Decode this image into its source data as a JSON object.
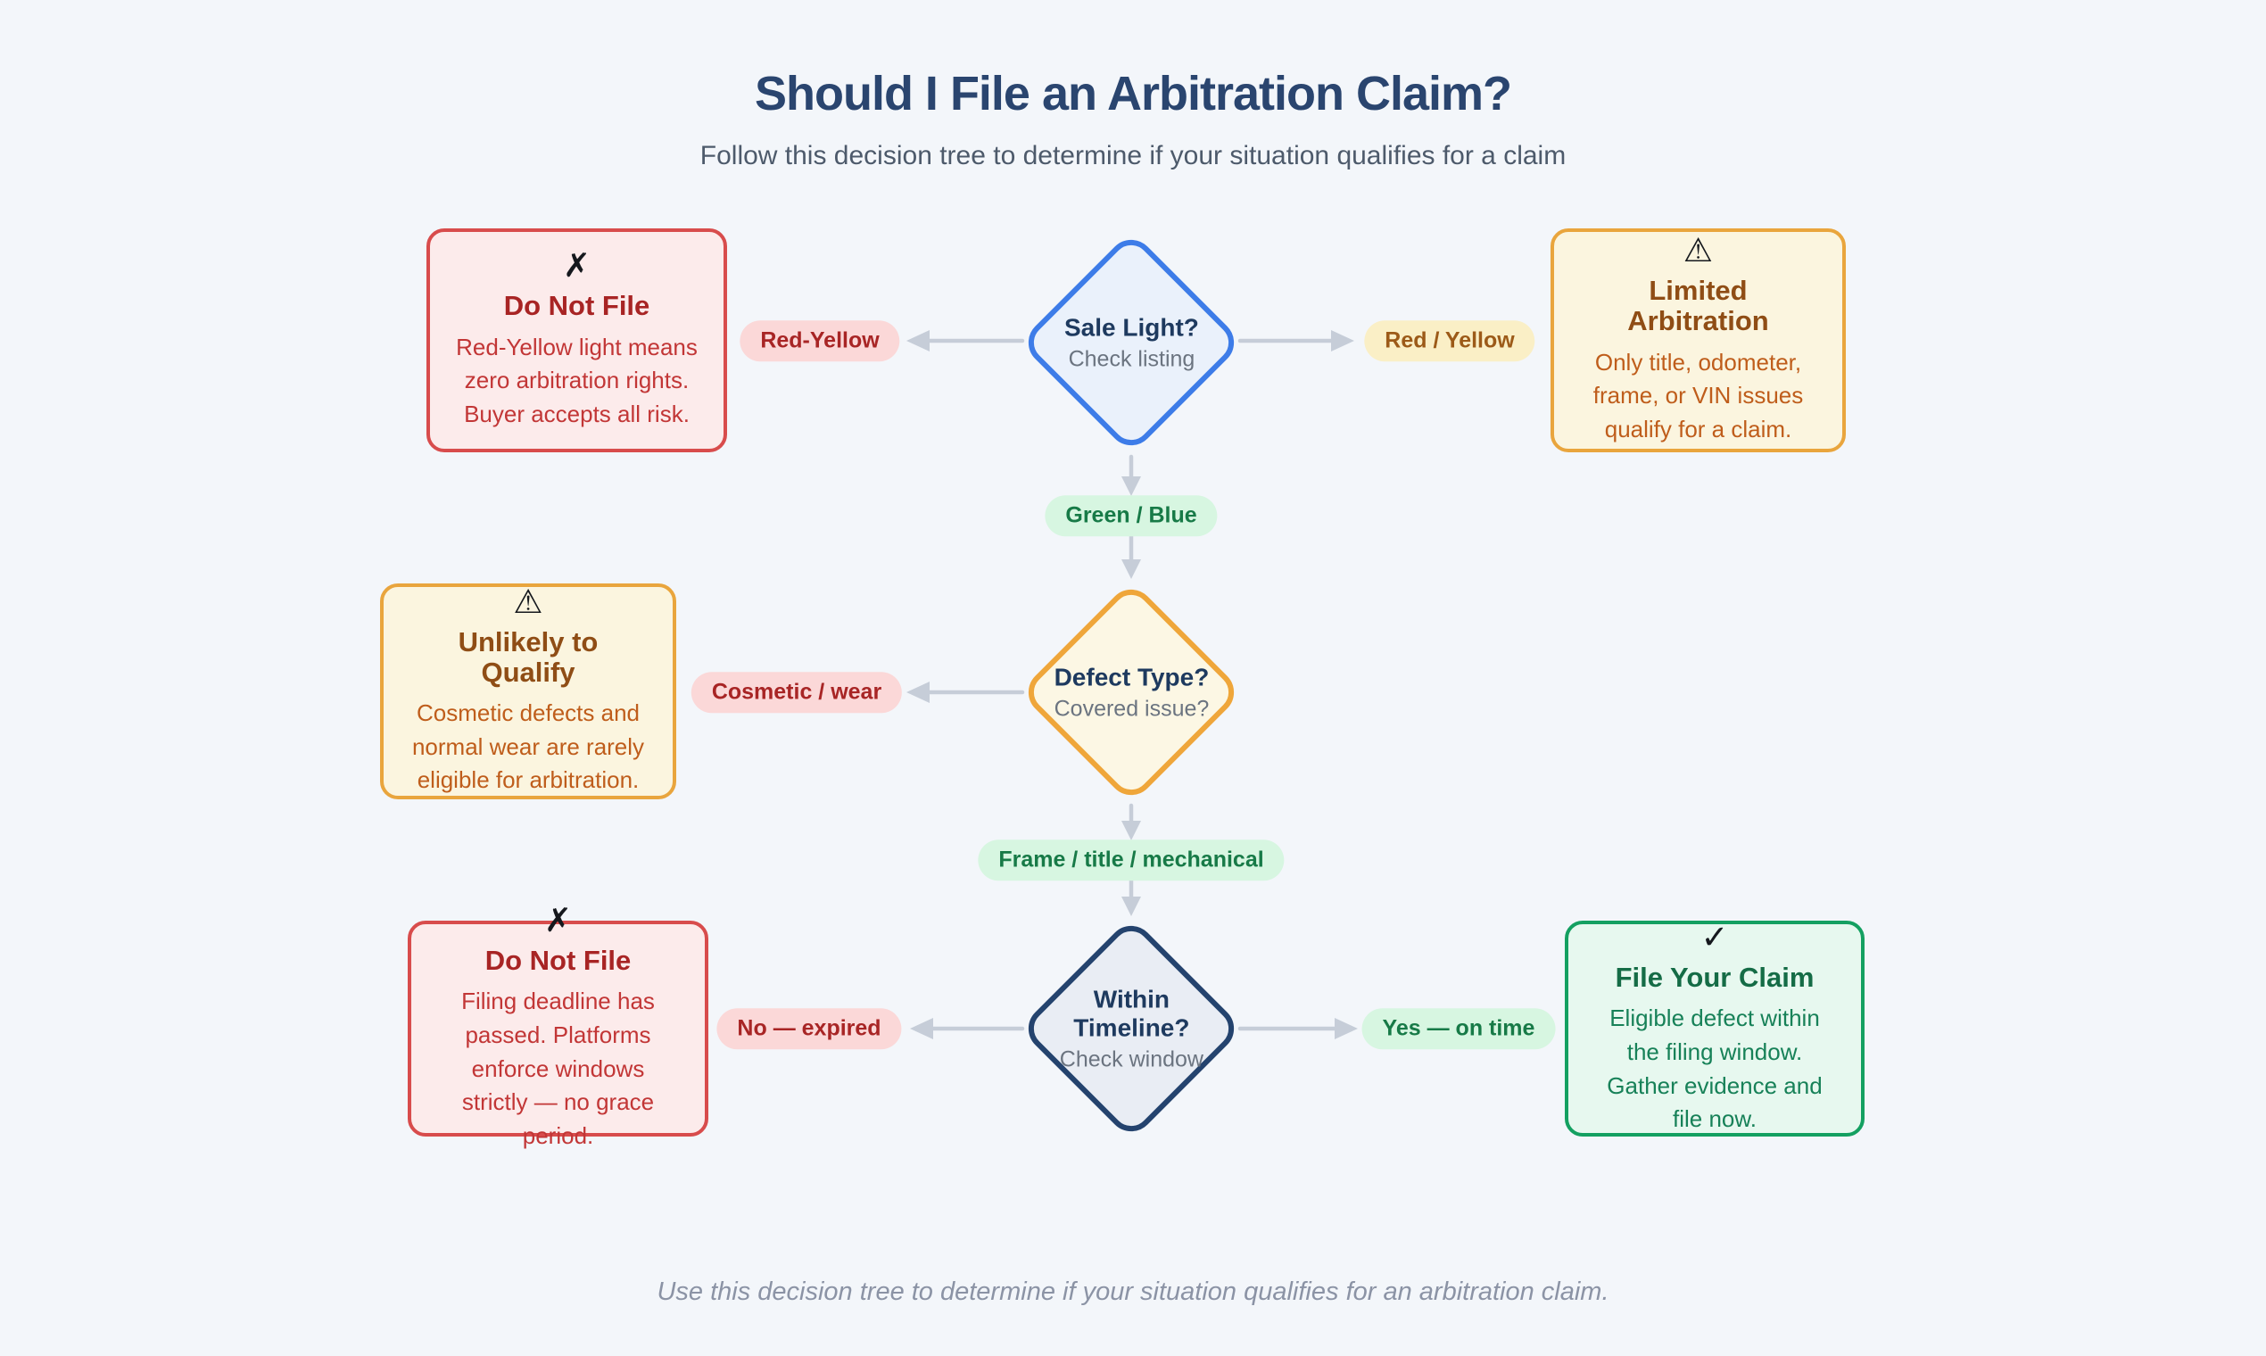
{
  "page": {
    "title": "Should I File an Arbitration Claim?",
    "subtitle": "Follow this decision tree to determine if your situation qualifies for a claim",
    "footer": "Use this decision tree to determine if your situation qualifies for an arbitration claim."
  },
  "nodes": {
    "sale_light": {
      "title": "Sale Light?",
      "subtitle": "Check listing"
    },
    "defect_type": {
      "title": "Defect Type?",
      "subtitle": "Covered issue?"
    },
    "within_timeline": {
      "title": "Within Timeline?",
      "subtitle": "Check window"
    }
  },
  "outcomes": {
    "do_not_file_top": {
      "icon": "✗",
      "title": "Do Not File",
      "body": "Red-Yellow light means zero arbitration rights. Buyer accepts all risk."
    },
    "limited_arbitration": {
      "icon": "⚠",
      "title": "Limited Arbitration",
      "body": "Only title, odometer, frame, or VIN issues qualify for a claim."
    },
    "unlikely_to_qualify": {
      "icon": "⚠",
      "title": "Unlikely to Qualify",
      "body": "Cosmetic defects and normal wear are rarely eligible for arbitration."
    },
    "do_not_file_bottom": {
      "icon": "✗",
      "title": "Do Not File",
      "body": "Filing deadline has passed. Platforms enforce windows strictly — no grace period."
    },
    "file_your_claim": {
      "icon": "✓",
      "title": "File Your Claim",
      "body": "Eligible defect within the filing window. Gather evidence and file now."
    }
  },
  "labels": {
    "red_yellow_left": "Red-Yellow",
    "red_yellow_right": "Red / Yellow",
    "green_blue": "Green / Blue",
    "cosmetic_wear": "Cosmetic / wear",
    "frame_title_mechanical": "Frame / title / mechanical",
    "no_expired": "No — expired",
    "yes_on_time": "Yes — on time"
  },
  "palette": {
    "background": "#f3f6fa",
    "title_navy": "#2a456f",
    "blue_border": "#3d7ce8",
    "orange_border": "#efa63a",
    "navy_border": "#24436e",
    "red_border": "#d84c4c",
    "green_border": "#14a061",
    "arrow_gray": "#c6cdd8"
  }
}
